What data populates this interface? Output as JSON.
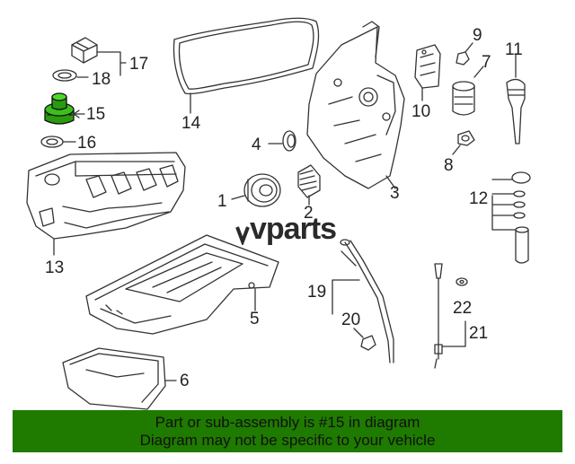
{
  "callouts": {
    "c1": "1",
    "c2": "2",
    "c3": "3",
    "c4": "4",
    "c5": "5",
    "c6": "6",
    "c7": "7",
    "c8": "8",
    "c9": "9",
    "c10": "10",
    "c11": "11",
    "c12": "12",
    "c13": "13",
    "c14": "14",
    "c15": "15",
    "c16": "16",
    "c17": "17",
    "c18": "18",
    "c19": "19",
    "c20": "20",
    "c21": "21",
    "c22": "22"
  },
  "watermark": "vparts",
  "footer": {
    "line1": "Part or sub-assembly is #15 in diagram",
    "line2": "Diagram may not be specific to your vehicle"
  },
  "colors": {
    "highlight_part": "#2a9a10",
    "footer_bg": "#1f7a00",
    "line": "#333333"
  }
}
